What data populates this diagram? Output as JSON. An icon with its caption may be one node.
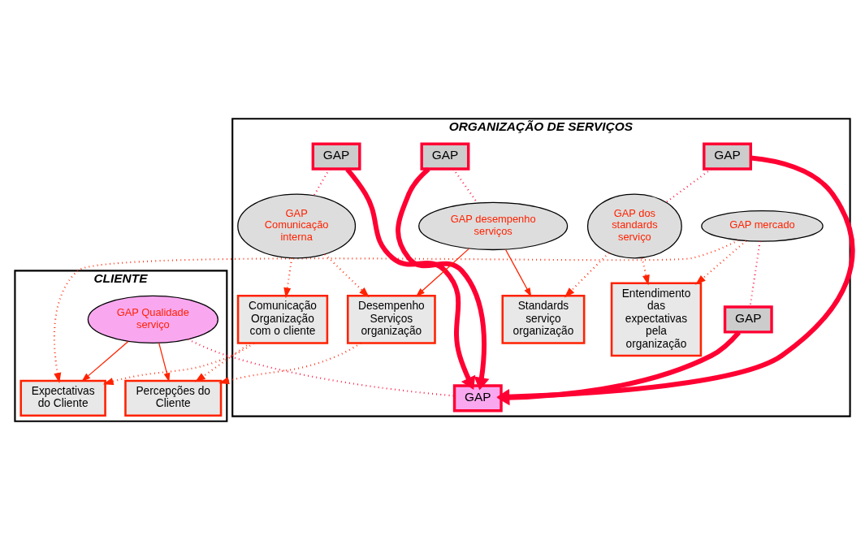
{
  "diagram": {
    "nodes": [
      {
        "text": [
          "CLIENTE"
        ]
      },
      {
        "text": [
          "ORGANIZAÇÃO DE SERVIÇOS"
        ]
      },
      {
        "text": [
          "Expectativas do Cliente"
        ],
        "in": 0
      },
      {
        "text": [
          "GAP Qualidade serviço"
        ],
        "in": 0
      },
      {
        "text": [
          "Percepções do Cliente"
        ],
        "in": 0
      },
      {
        "text": [
          "GAP mercado"
        ],
        "in": 1
      },
      {
        "text": [
          "Entendimento das expectativas pela organização"
        ],
        "in": 1
      },
      {
        "text": [
          "GAP dos standards serviço"
        ],
        "in": 1
      },
      {
        "text": [
          "Standards serviço organização"
        ],
        "in": 1
      },
      {
        "text": [
          "GAP"
        ],
        "in": 1
      },
      {
        "text": [
          "GAP"
        ],
        "in": 1
      },
      {
        "text": [
          "GAP"
        ],
        "in": 1
      },
      {
        "text": [
          "GAP"
        ],
        "in": 1
      },
      {
        "text": [
          "GAP"
        ],
        "in": 1
      },
      {
        "text": [
          "GAP desempenho serviços"
        ],
        "in": 1
      },
      {
        "text": [
          "Desempenho Serviços organização"
        ],
        "in": 1
      },
      {
        "text": [
          "Comunicação Organização com o cliente"
        ],
        "in": 1
      },
      {
        "text": [
          "GAP Comunicação interna"
        ],
        "in": 1
      }
    ],
    "edges": [
      {
        "from": 5,
        "to": 2,
        "arrow": "to",
        "style": "dashed"
      },
      {
        "from": 5,
        "to": 6,
        "arrow": "to",
        "style": "dashed"
      },
      {
        "from": 7,
        "to": 6,
        "arrow": "to",
        "style": "dashed"
      },
      {
        "from": 7,
        "to": 8,
        "arrow": "to",
        "style": "dashed"
      },
      {
        "from": 5,
        "to": 9,
        "arrow": "none",
        "style": "dashed",
        "color": "#ff0033"
      },
      {
        "from": 9,
        "to": 10,
        "arrow": "to",
        "style": "thick",
        "color": "#ff0033"
      },
      {
        "from": 11,
        "to": 10,
        "arrow": "to",
        "style": "thick",
        "color": "#ff0033"
      },
      {
        "from": 12,
        "to": 10,
        "arrow": "to",
        "style": "thick",
        "color": "#ff0033"
      },
      {
        "from": 13,
        "to": 10,
        "arrow": "to",
        "style": "thick",
        "color": "#ff0033"
      },
      {
        "from": 11,
        "to": 7,
        "arrow": "none",
        "style": "dashed",
        "color": "#ff0033"
      },
      {
        "from": 12,
        "to": 14,
        "arrow": "none",
        "style": "dashed",
        "color": "#ff0033"
      },
      {
        "from": 3,
        "to": 10,
        "arrow": "none",
        "style": "dashed",
        "color": "#ff0033"
      },
      {
        "from": 3,
        "to": 2,
        "arrow": "to"
      },
      {
        "from": 3,
        "to": 4,
        "arrow": "to"
      },
      {
        "from": 14,
        "to": 8,
        "arrow": "to"
      },
      {
        "from": 14,
        "to": 15,
        "arrow": "to"
      },
      {
        "from": 15,
        "to": 4,
        "arrow": "to",
        "style": "dashed"
      },
      {
        "from": 13,
        "to": 17,
        "arrow": "none",
        "style": "dashed",
        "color": "#ff0033"
      },
      {
        "from": 17,
        "to": 15,
        "arrow": "to",
        "style": "dashed"
      },
      {
        "from": 17,
        "to": 16,
        "arrow": "to",
        "style": "dashed"
      },
      {
        "from": 16,
        "to": 2,
        "arrow": "to",
        "style": "dashed"
      },
      {
        "from": 16,
        "to": 4,
        "arrow": "to",
        "style": "dashed"
      }
    ]
  }
}
